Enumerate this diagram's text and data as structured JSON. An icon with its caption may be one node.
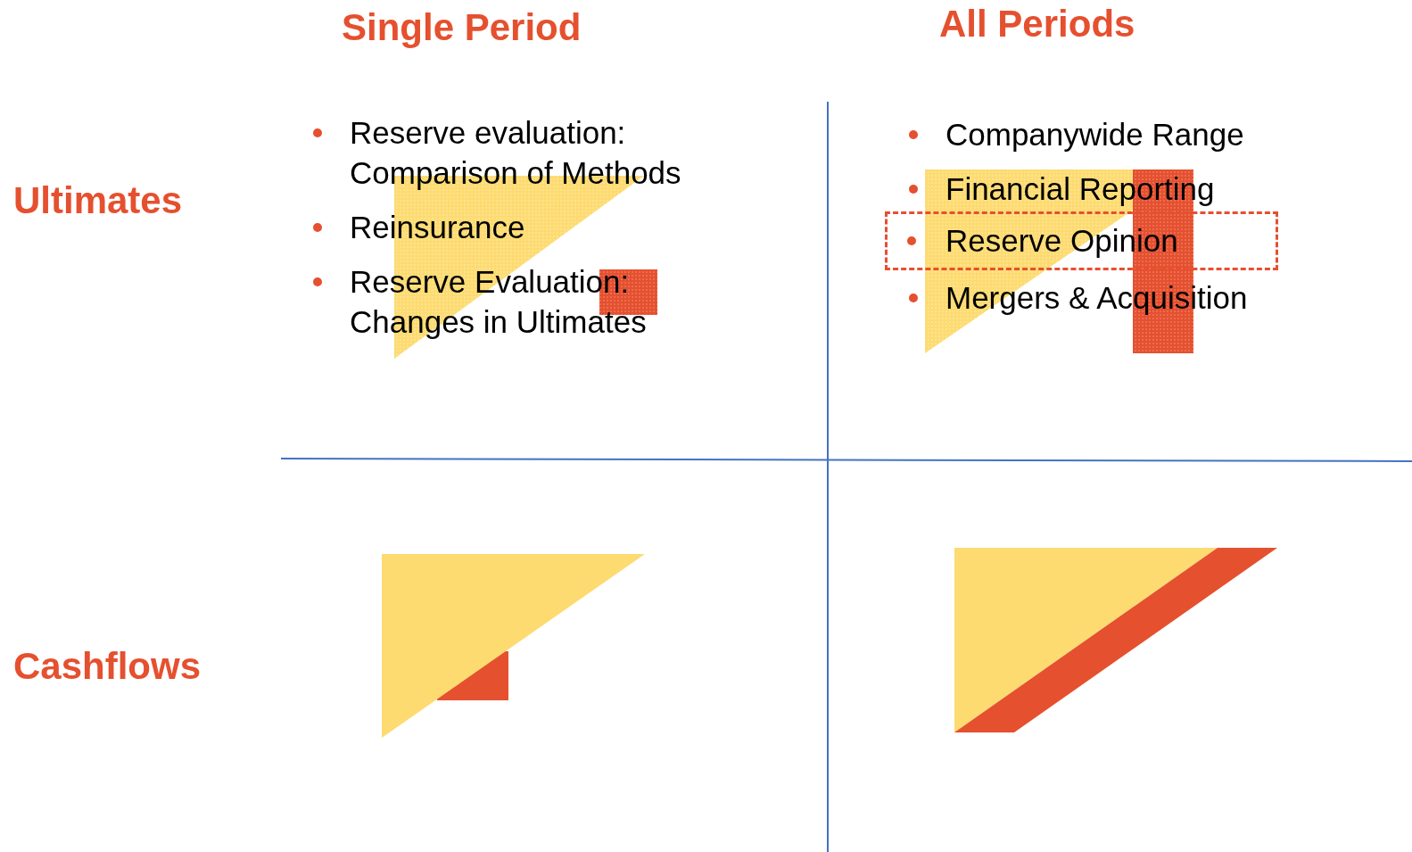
{
  "diagram": {
    "nodes": [
      {
        "text": [
          "Reserve Opinion"
        ]
      }
    ],
    "labels": [
      "Single Period",
      "All Periods",
      "Reserve evaluation: Comparison of Methods",
      "Companywide Range",
      "Financial Reporting",
      "Ultimates",
      "Reinsurance",
      "Reserve Evaluation: Changes in Ultimates",
      "Mergers & Acquisition",
      "Cashflows"
    ]
  }
}
